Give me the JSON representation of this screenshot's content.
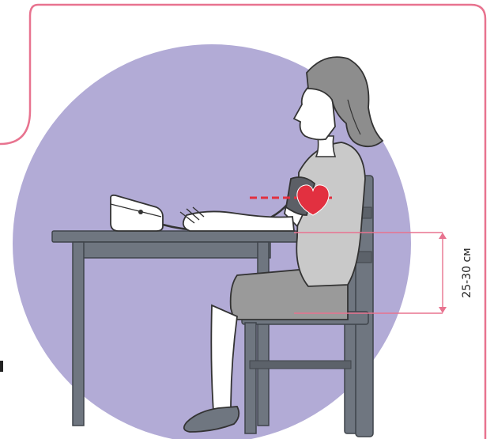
{
  "measurement": {
    "label": "25-30 см"
  },
  "colors": {
    "background_circle": "#b2abd6",
    "frame_border": "#e8738f",
    "furniture": "#6f7680",
    "furniture_dark": "#4e545b",
    "skin": "#ffffff",
    "hair": "#8d8d8d",
    "blouse": "#c9c9c9",
    "skirt": "#9a9a9a",
    "cuff": "#5c5f66",
    "heart": "#e23040",
    "guide_line": "#e8738f",
    "heart_line": "#e23040"
  },
  "icons": [
    "heart-icon",
    "blood-pressure-monitor",
    "arm-cuff"
  ]
}
